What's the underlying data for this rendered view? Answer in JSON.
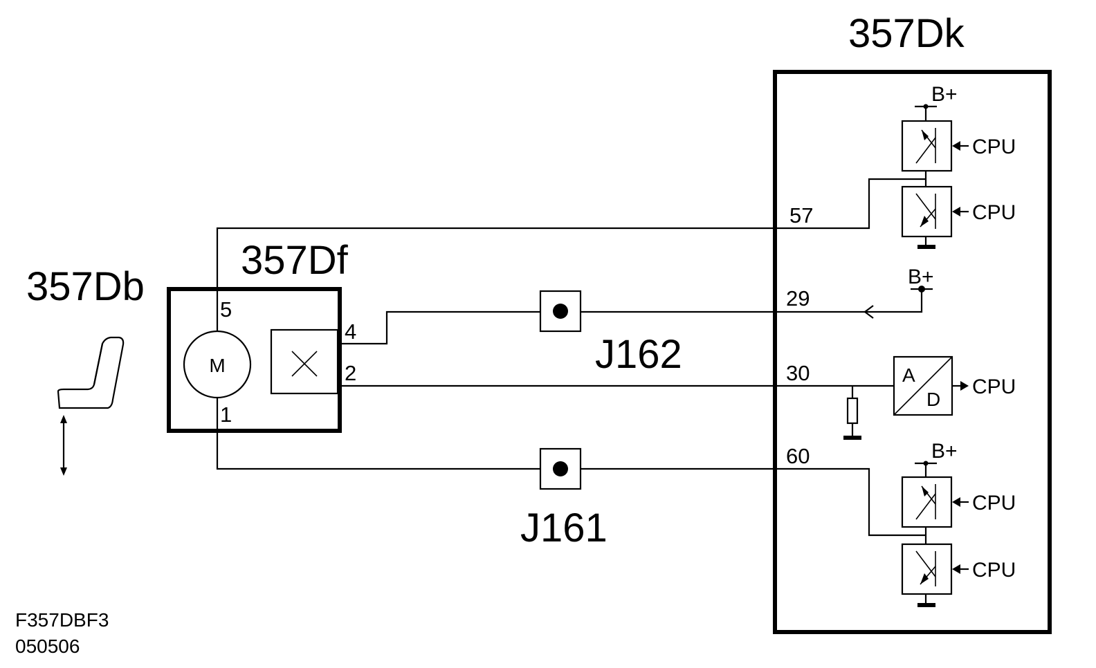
{
  "labels": {
    "seat_component": "357Db",
    "motor_component": "357Df",
    "ecu_component": "357Dk",
    "junction_top": "J162",
    "junction_bottom": "J161",
    "figure_code": "F357DBF3",
    "figure_date": "050506"
  },
  "motor": {
    "symbol": "M",
    "pin_5": "5",
    "pin_4": "4",
    "pin_2": "2",
    "pin_1": "1"
  },
  "ecu": {
    "pin_57": "57",
    "pin_29": "29",
    "pin_30": "30",
    "pin_60": "60",
    "supply": "B+",
    "cpu": "CPU",
    "adc_a": "A",
    "adc_d": "D"
  }
}
